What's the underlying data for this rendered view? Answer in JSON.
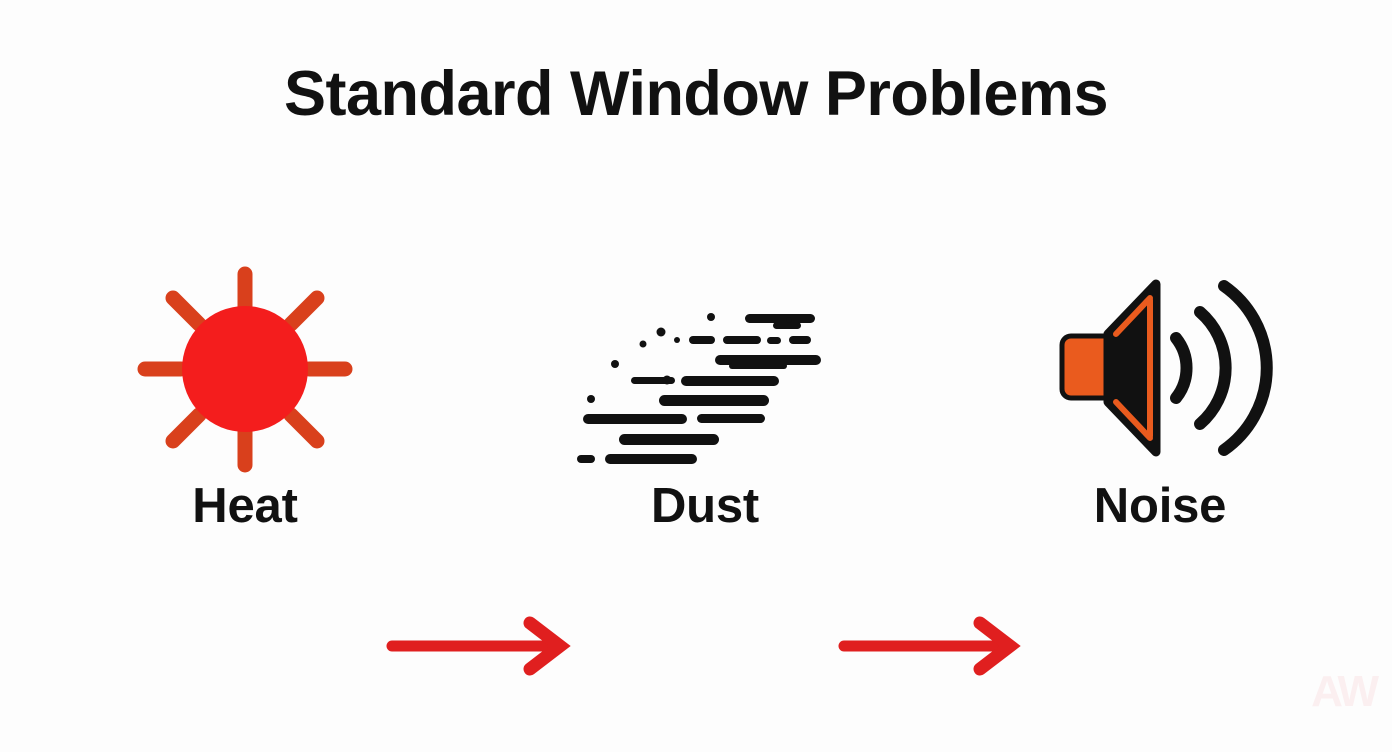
{
  "page": {
    "title": "Standard Window Problems",
    "background_color": "#fdfdfd",
    "watermark": "AW"
  },
  "palette": {
    "title_color": "#111111",
    "label_color": "#111111",
    "sun_core_red": "#F41D1D",
    "sun_ray_orange": "#D9401C",
    "arrow_red": "#E01F1F",
    "dust_black": "#111111",
    "speaker_orange": "#EA5B1E",
    "speaker_body_black": "#111111",
    "watermark_color": "#fbeff0"
  },
  "flow": {
    "stages": [
      {
        "id": "heat",
        "label": "Heat",
        "icon": "sun-icon",
        "icon_description": "Red sun disc with eight orange rays"
      },
      {
        "id": "dust",
        "label": "Dust",
        "icon": "dust-particles-icon",
        "icon_description": "Diagonal scatter of black dust dashes and specks"
      },
      {
        "id": "noise",
        "label": "Noise",
        "icon": "speaker-sound-icon",
        "icon_description": "Orange and black loudspeaker with three sound wave arcs"
      }
    ],
    "connectors": [
      {
        "id": "arrow-1",
        "from": "heat",
        "to": "dust",
        "style": "red-arrow-right"
      },
      {
        "id": "arrow-2",
        "from": "dust",
        "to": "noise",
        "style": "red-arrow-right"
      }
    ]
  }
}
